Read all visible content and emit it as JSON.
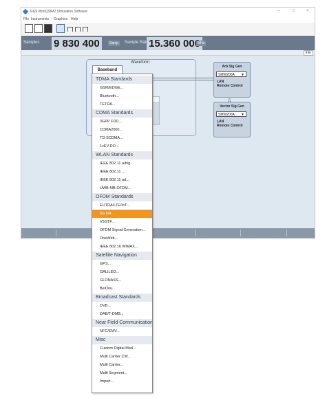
{
  "window": {
    "title": "R&S WinIQSIM2 Simulation Software",
    "controls": [
      "–",
      "□",
      "×"
    ]
  },
  "menubar": [
    "File",
    "Instruments",
    "Graphics",
    "Help"
  ],
  "status": {
    "samples_label": "Samples",
    "samples_value": "9 830 400",
    "samples_unit": "Samp",
    "rate_label": "Sample Rate",
    "rate_value": "15.360 000",
    "rate_unit": "MHz",
    "info_label": "Info"
  },
  "waveform": {
    "title": "Waveform",
    "baseband_button": "Baseband"
  },
  "arb_gen": {
    "title": "Arb Sig Gen",
    "instrument": "SMW200A",
    "conn_line1": "LAN",
    "conn_line2": "Remote Control"
  },
  "vector_gen": {
    "title": "Vector Sig Gen",
    "instrument": "SMW200A",
    "conn_line1": "LAN",
    "conn_line2": "Remote Control"
  },
  "menu": {
    "tdma_header": "TDMA Standards",
    "gsm": "GSM/EDGE...",
    "bluetooth": "Bluetooth...",
    "tetra": "TETRA...",
    "cdma_header": "CDMA Standards",
    "fdd": "3GPP FDD...",
    "cdma2000": "CDMA2000...",
    "tdscdma": "TD-SCDMA...",
    "evdo": "1xEV-DO...",
    "wlan_header": "WLAN Standards",
    "wlan_abg": "IEEE 802.11 a/b/g...",
    "wlan_n": "IEEE 802.11 ...",
    "wlan_ad": "IEEE 802.11 ad...",
    "uwb": "UWB MB-OFDM...",
    "ofdm_header": "OFDM Standards",
    "eutra": "EUTRA/LTE/IoT...",
    "nr": "5G NR...",
    "v5gtf": "V5GTF...",
    "ofdm_gen": "OFDM Signal Generation...",
    "oneweb": "OneWeb...",
    "wimax": "IEEE 802.16 WiMAX...",
    "sat_header": "Satellite Navigation",
    "gps": "GPS...",
    "galileo": "GALILEO...",
    "glonass": "GLONASS...",
    "beidou": "BeiDou...",
    "bcast_header": "Broadcast Standards",
    "dvb": "DVB...",
    "dab": "DAB/T-DMB...",
    "nfc_header": "Near Field Communication",
    "nfc": "NFC/EMV...",
    "misc_header": "Misc",
    "custom": "Custom Digital Mod...",
    "multicw": "Multi Carrier CW...",
    "multicarrier": "Multi Carrier...",
    "multiseg": "Multi Segment...",
    "import": "Import..."
  },
  "colors": {
    "highlight": "#f2951f",
    "status_bar": "#6a7a8c",
    "canvas": "#dde8f0"
  }
}
